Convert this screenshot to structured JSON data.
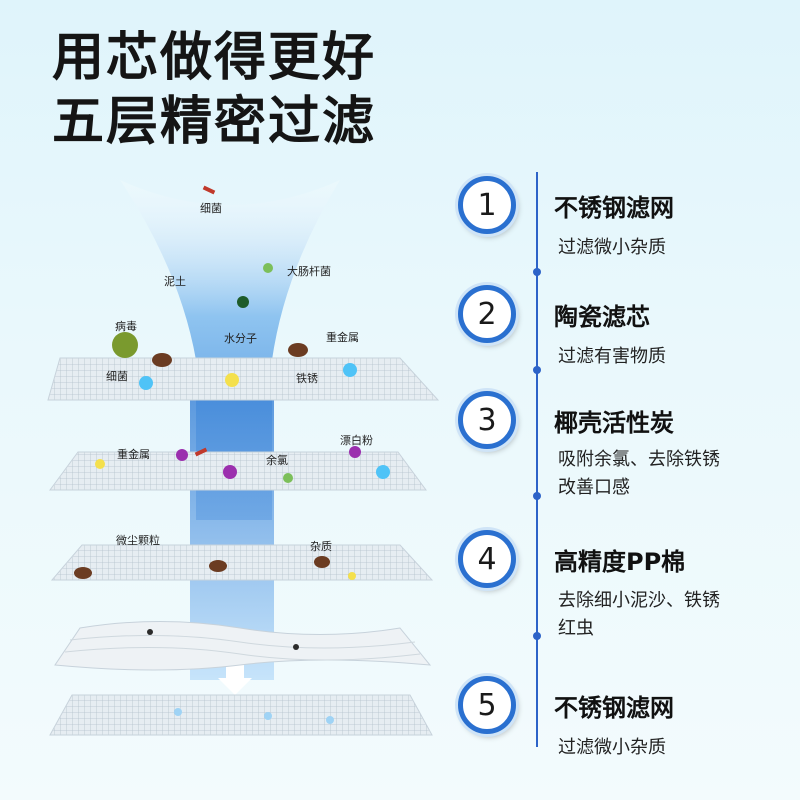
{
  "headline": {
    "line1": "用芯做得更好",
    "line2": "五层精密过滤"
  },
  "illustration": {
    "labels": {
      "bacteria_top": "细菌",
      "mud": "泥土",
      "ecoli": "大肠杆菌",
      "virus": "病毒",
      "water_molecule": "水分子",
      "heavy_metal_1": "重金属",
      "bacteria_layer1": "细菌",
      "rust": "铁锈",
      "heavy_metal_2": "重金属",
      "residual_chlorine": "余氯",
      "bleach": "漂白粉",
      "dust": "微尘颗粒",
      "impurity": "杂质"
    }
  },
  "steps": [
    {
      "number": "1",
      "title": "不锈钢滤网",
      "desc": [
        "过滤微小杂质"
      ]
    },
    {
      "number": "2",
      "title": "陶瓷滤芯",
      "desc": [
        "过滤有害物质"
      ]
    },
    {
      "number": "3",
      "title": "椰壳活性炭",
      "desc": [
        "吸附余氯、去除铁锈",
        "改善口感"
      ]
    },
    {
      "number": "4",
      "title": "高精度PP棉",
      "desc": [
        "去除细小泥沙、铁锈",
        "红虫"
      ]
    },
    {
      "number": "5",
      "title": "不锈钢滤网",
      "desc": [
        "过滤微小杂质"
      ]
    }
  ],
  "colors": {
    "accent": "#2a70d0",
    "timeline": "#2d63c8",
    "water": "#4a90e2"
  }
}
